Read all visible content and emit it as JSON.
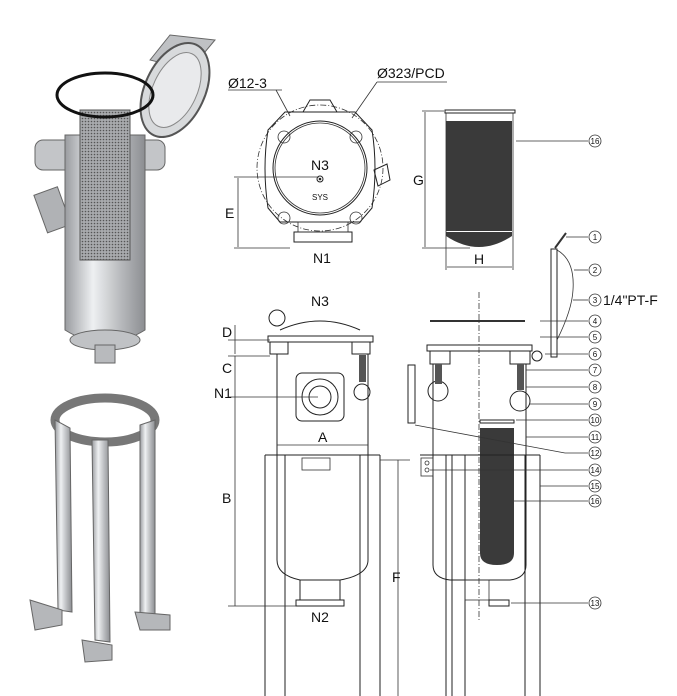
{
  "top_view": {
    "bolt_hole_label": "Ø12-3",
    "pcd_label": "Ø323/PCD",
    "n3_label": "N3",
    "logo_text": "SYS",
    "dim_e": "E",
    "n1_label": "N1"
  },
  "basket_view": {
    "dim_g": "G",
    "dim_h": "H"
  },
  "front_view": {
    "n3_label": "N3",
    "dim_d": "D",
    "dim_c": "C",
    "n1_label": "N1",
    "dim_a": "A",
    "dim_b": "B",
    "n2_label": "N2",
    "dim_f": "F"
  },
  "parts": {
    "callouts": [
      "1",
      "2",
      "3",
      "4",
      "5",
      "6",
      "7",
      "8",
      "9",
      "10",
      "11",
      "12",
      "13",
      "14",
      "15",
      "16"
    ],
    "callout_3_note": "1/4\"PT-F"
  }
}
